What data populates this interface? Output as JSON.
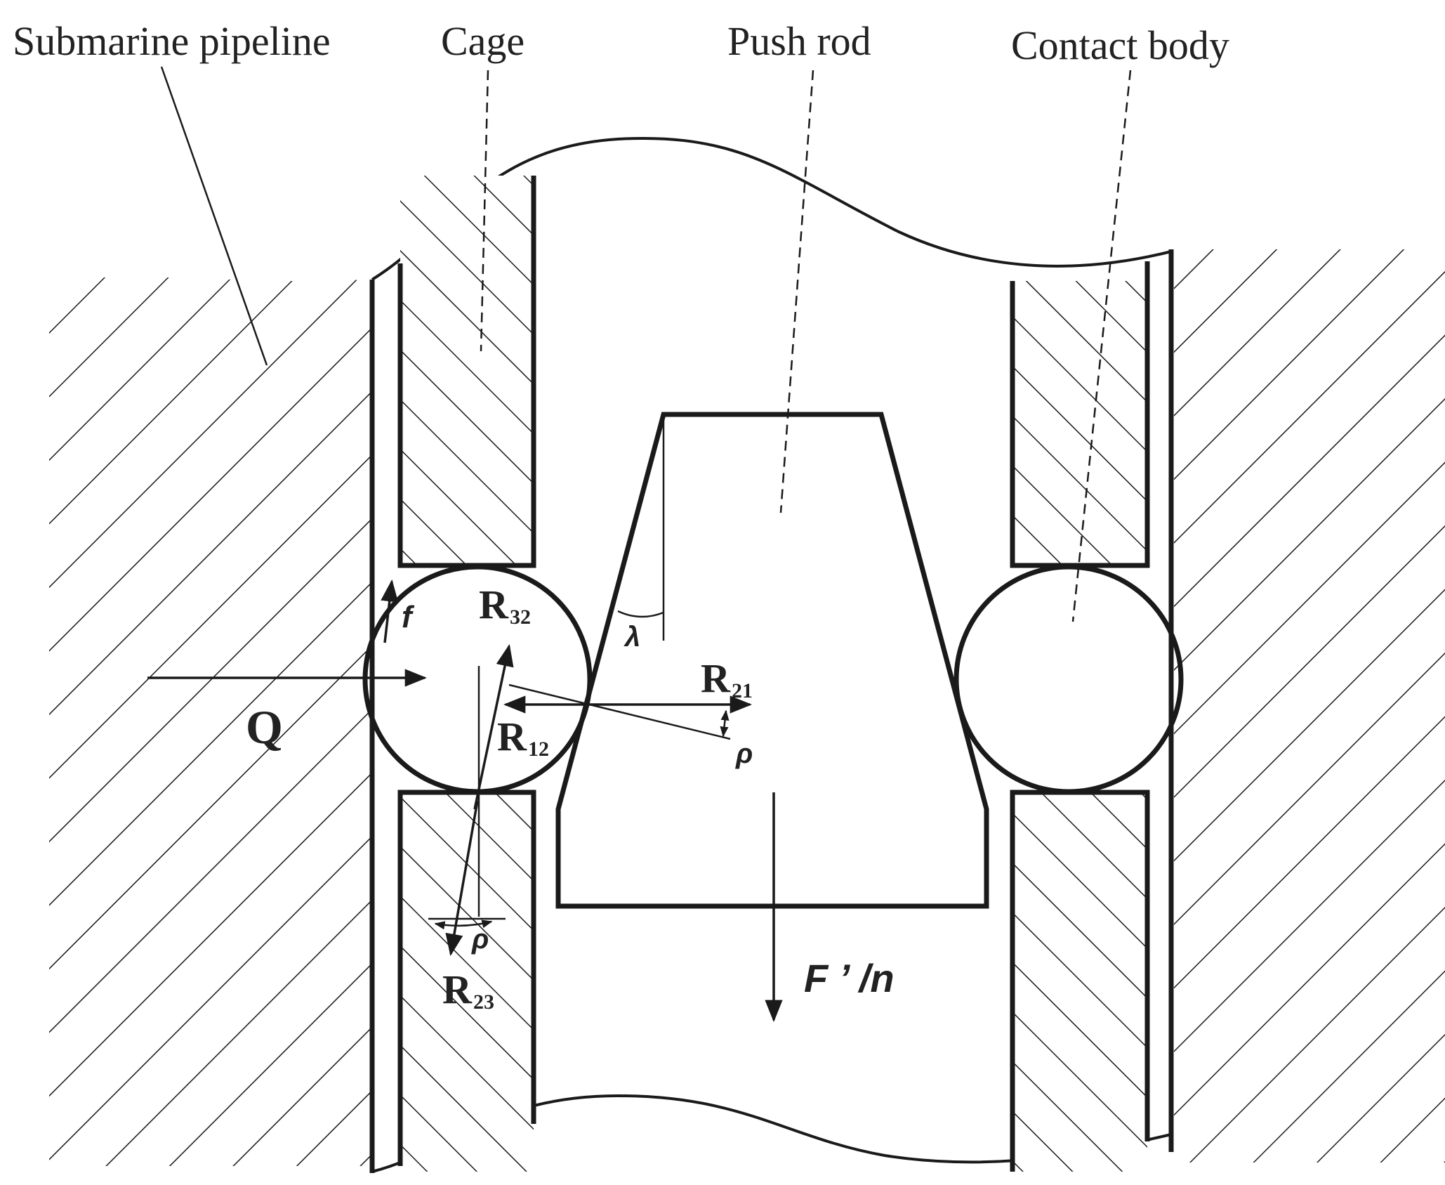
{
  "labels": {
    "submarine_pipeline": "Submarine pipeline",
    "cage": "Cage",
    "push_rod": "Push rod",
    "contact_body": "Contact body"
  },
  "forces": {
    "Q": "Q",
    "f": "f",
    "R32": "R",
    "R32_sub": "32",
    "R21": "R",
    "R21_sub": "21",
    "R12": "R",
    "R12_sub": "12",
    "R23": "R",
    "R23_sub": "23",
    "rho_upper": "ρ",
    "rho_lower": "ρ",
    "lambda": "λ",
    "F_n": "F ’ /n"
  },
  "colors": {
    "ink": "#1a1a1a",
    "background": "#ffffff"
  }
}
